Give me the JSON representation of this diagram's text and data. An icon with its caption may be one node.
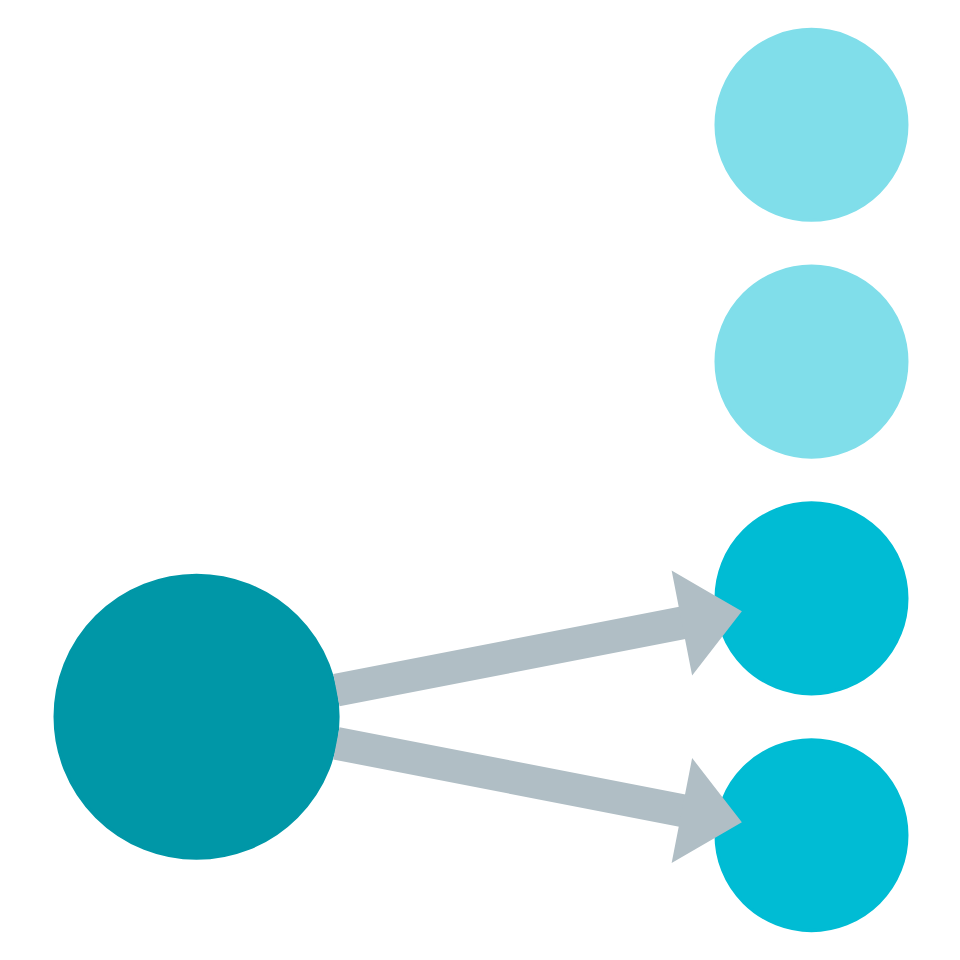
{
  "diagram": {
    "nodes": [
      {
        "text": [],
        "shape": "circle"
      },
      {
        "text": [],
        "shape": "circle"
      },
      {
        "text": [],
        "shape": "circle"
      },
      {
        "text": [],
        "shape": "circle"
      },
      {
        "text": [],
        "shape": "circle"
      }
    ],
    "edges": [
      {
        "from": 0,
        "to": 1,
        "arrow": "to",
        "color": "#b0bec5"
      },
      {
        "from": 0,
        "to": 3,
        "arrow": "to",
        "color": "#b0bec5"
      }
    ]
  }
}
